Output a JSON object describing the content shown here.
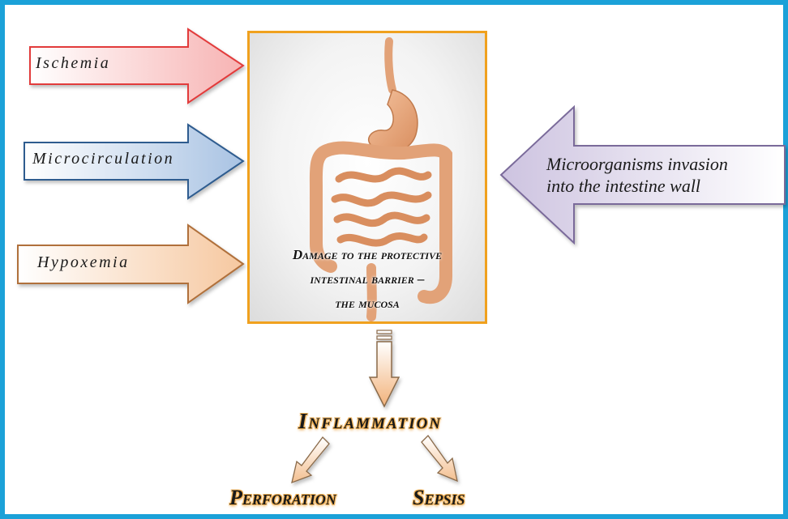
{
  "causes": [
    {
      "label": "Ischemia",
      "color": "#e23b3b"
    },
    {
      "label": "Microcirculation",
      "color": "#2f5c8f"
    },
    {
      "label": "Hypoxemia",
      "color": "#b0703a"
    }
  ],
  "invasion": {
    "line1": "Microorganisms invasion",
    "line2": "into the intestine wall",
    "color": "#7a6a9a"
  },
  "center": {
    "line1": "Damage to the protective",
    "line2": "intestinal barrier –",
    "line3": "the mucosa",
    "border_color": "#f0a11e"
  },
  "outcomes": {
    "main": "Inflammation",
    "left": "Perforation",
    "right": "Sepsis"
  },
  "frame_color": "#1ba1d8"
}
